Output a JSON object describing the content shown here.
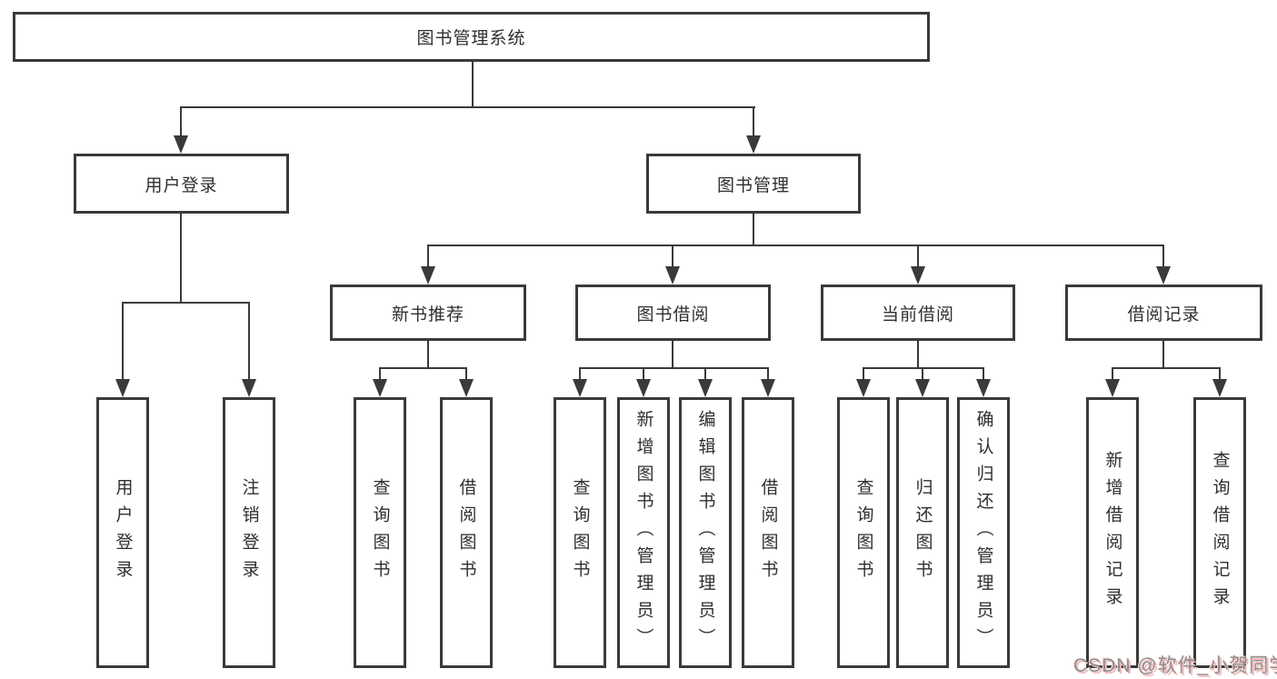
{
  "diagram": {
    "root": {
      "label": "图书管理系统",
      "children": [
        {
          "label": "用户登录",
          "children": [
            {
              "label": "用户登录"
            },
            {
              "label": "注销登录"
            }
          ]
        },
        {
          "label": "图书管理",
          "children": [
            {
              "label": "新书推荐",
              "children": [
                {
                  "label": "查询图书"
                },
                {
                  "label": "借阅图书"
                }
              ]
            },
            {
              "label": "图书借阅",
              "children": [
                {
                  "label": "查询图书"
                },
                {
                  "label": "新增图书（管理员）"
                },
                {
                  "label": "编辑图书（管理员）"
                },
                {
                  "label": "借阅图书"
                }
              ]
            },
            {
              "label": "当前借阅",
              "children": [
                {
                  "label": "查询图书"
                },
                {
                  "label": "归还图书"
                },
                {
                  "label": "确认归还（管理员）"
                }
              ]
            },
            {
              "label": "借阅记录",
              "children": [
                {
                  "label": "新增借阅记录"
                },
                {
                  "label": "查询借阅记录"
                }
              ]
            }
          ]
        }
      ]
    }
  },
  "watermark": {
    "text": "CSDN @软件_小贺同学"
  },
  "colors": {
    "line": "#3a3a3a",
    "text": "#2f2f2f",
    "watermark_text": "#8e8e8e",
    "watermark_shadow": "#f2b4b4"
  }
}
